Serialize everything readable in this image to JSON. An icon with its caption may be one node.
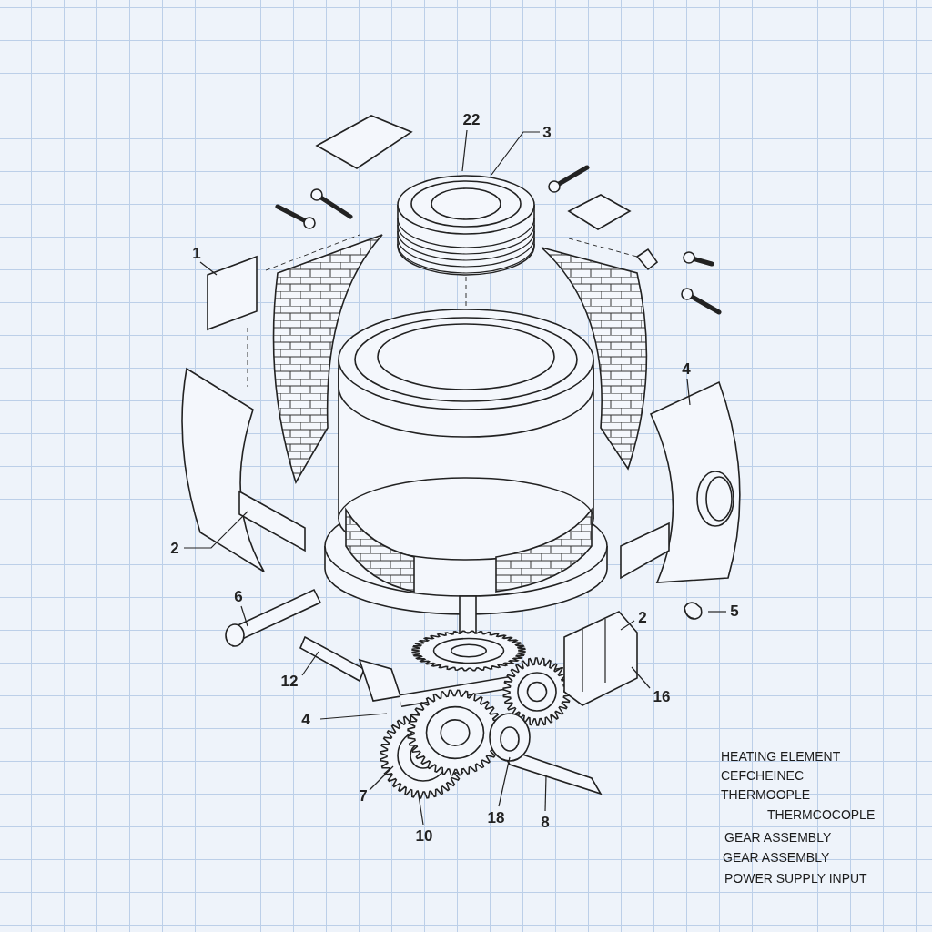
{
  "diagram": {
    "nodes": [
      {
        "text": [
          "22"
        ]
      },
      {
        "text": [
          "3"
        ]
      },
      {
        "text": [
          "1"
        ]
      },
      {
        "text": [
          "2"
        ]
      },
      {
        "text": [
          "4"
        ]
      },
      {
        "text": [
          "6"
        ]
      },
      {
        "text": [
          "12"
        ]
      },
      {
        "text": [
          "4"
        ]
      },
      {
        "text": [
          "7"
        ]
      },
      {
        "text": [
          "10"
        ]
      },
      {
        "text": [
          "18"
        ]
      },
      {
        "text": [
          "8"
        ]
      },
      {
        "text": [
          "16"
        ]
      },
      {
        "text": [
          "2"
        ]
      },
      {
        "text": [
          "5"
        ]
      }
    ],
    "edges": [
      {
        "from": 0,
        "to": null,
        "arrow": "none"
      },
      {
        "from": 1,
        "to": null,
        "arrow": "none"
      },
      {
        "from": 2,
        "to": null,
        "arrow": "none"
      },
      {
        "from": 3,
        "to": null,
        "arrow": "none"
      },
      {
        "from": 4,
        "to": null,
        "arrow": "none"
      },
      {
        "from": 5,
        "to": null,
        "arrow": "none"
      },
      {
        "from": 6,
        "to": null,
        "arrow": "none"
      },
      {
        "from": 7,
        "to": null,
        "arrow": "none"
      },
      {
        "from": 8,
        "to": null,
        "arrow": "none"
      },
      {
        "from": 9,
        "to": null,
        "arrow": "none"
      },
      {
        "from": 10,
        "to": null,
        "arrow": "none"
      },
      {
        "from": 11,
        "to": null,
        "arrow": "none"
      },
      {
        "from": 12,
        "to": null,
        "arrow": "none"
      },
      {
        "from": 13,
        "to": null,
        "arrow": "none"
      },
      {
        "from": 14,
        "to": null,
        "arrow": "none"
      }
    ],
    "labels": [
      "HEATING ELEMENT",
      "CEFCHEINEC",
      "THERMOOPLE",
      "THERMCOCOPLE",
      "GEAR ASSEMBLY",
      "GEAR ASSEMBLY",
      "POWER SUPPLY INPUT"
    ]
  }
}
